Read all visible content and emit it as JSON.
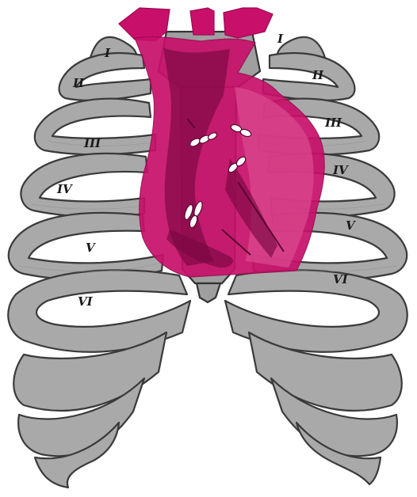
{
  "figure": {
    "rib_labels": {
      "left": [
        "I",
        "II",
        "III",
        "IV",
        "V",
        "VI"
      ],
      "right": [
        "I",
        "II",
        "III",
        "IV",
        "V",
        "VI"
      ]
    },
    "colors": {
      "heart": "#c8106a",
      "bone": "#a9a9a9",
      "outline": "#3a3a3a"
    }
  }
}
